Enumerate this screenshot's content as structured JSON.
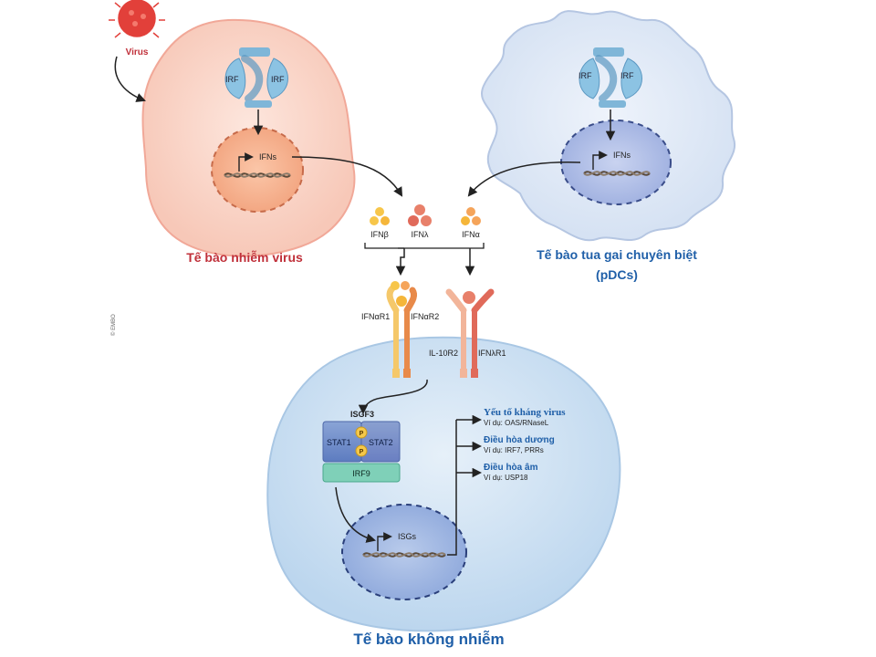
{
  "virus": {
    "label": "Virus"
  },
  "infected_cell": {
    "caption": "Tế bào nhiễm virus",
    "irf_left": "IRF",
    "irf_right": "IRF",
    "gene": "IFNs"
  },
  "pdc_cell": {
    "caption_line1": "Tế bào tua gai chuyên biệt",
    "caption_line2": "(pDCs)",
    "irf_left": "IRF",
    "irf_right": "IRF",
    "gene": "IFNs"
  },
  "interferons": {
    "beta": "IFNβ",
    "lambda": "IFNλ",
    "alpha": "IFNα"
  },
  "receptors": {
    "r1": "IFNαR1",
    "r2": "IFNαR2",
    "il10": "IL-10R2",
    "lambda_r1": "IFNλR1"
  },
  "copyright": "© EMBO",
  "uninfected_cell": {
    "caption": "Tế bào không nhiễm",
    "complex": "ISGF3",
    "stat1": "STAT1",
    "stat2": "STAT2",
    "phospho": "P",
    "irf9": "IRF9",
    "gene": "ISGs",
    "outputs": [
      {
        "title": "Yếu tố kháng virus",
        "example": "Ví dụ: OAS/RNaseL"
      },
      {
        "title": "Điều hòa dương",
        "example": "Ví dụ: IRF7, PRRs"
      },
      {
        "title": "Điều hòa âm",
        "example": "Ví dụ: USP18"
      }
    ]
  },
  "colors": {
    "infected_fill": "#fbd9cf",
    "infected_caption": "#c0303a",
    "pdc_fill": "#dfe8f6",
    "uninfected_fill": "#cfe2f3",
    "caption_blue": "#1f5fa8",
    "virus": "#e2403a"
  }
}
